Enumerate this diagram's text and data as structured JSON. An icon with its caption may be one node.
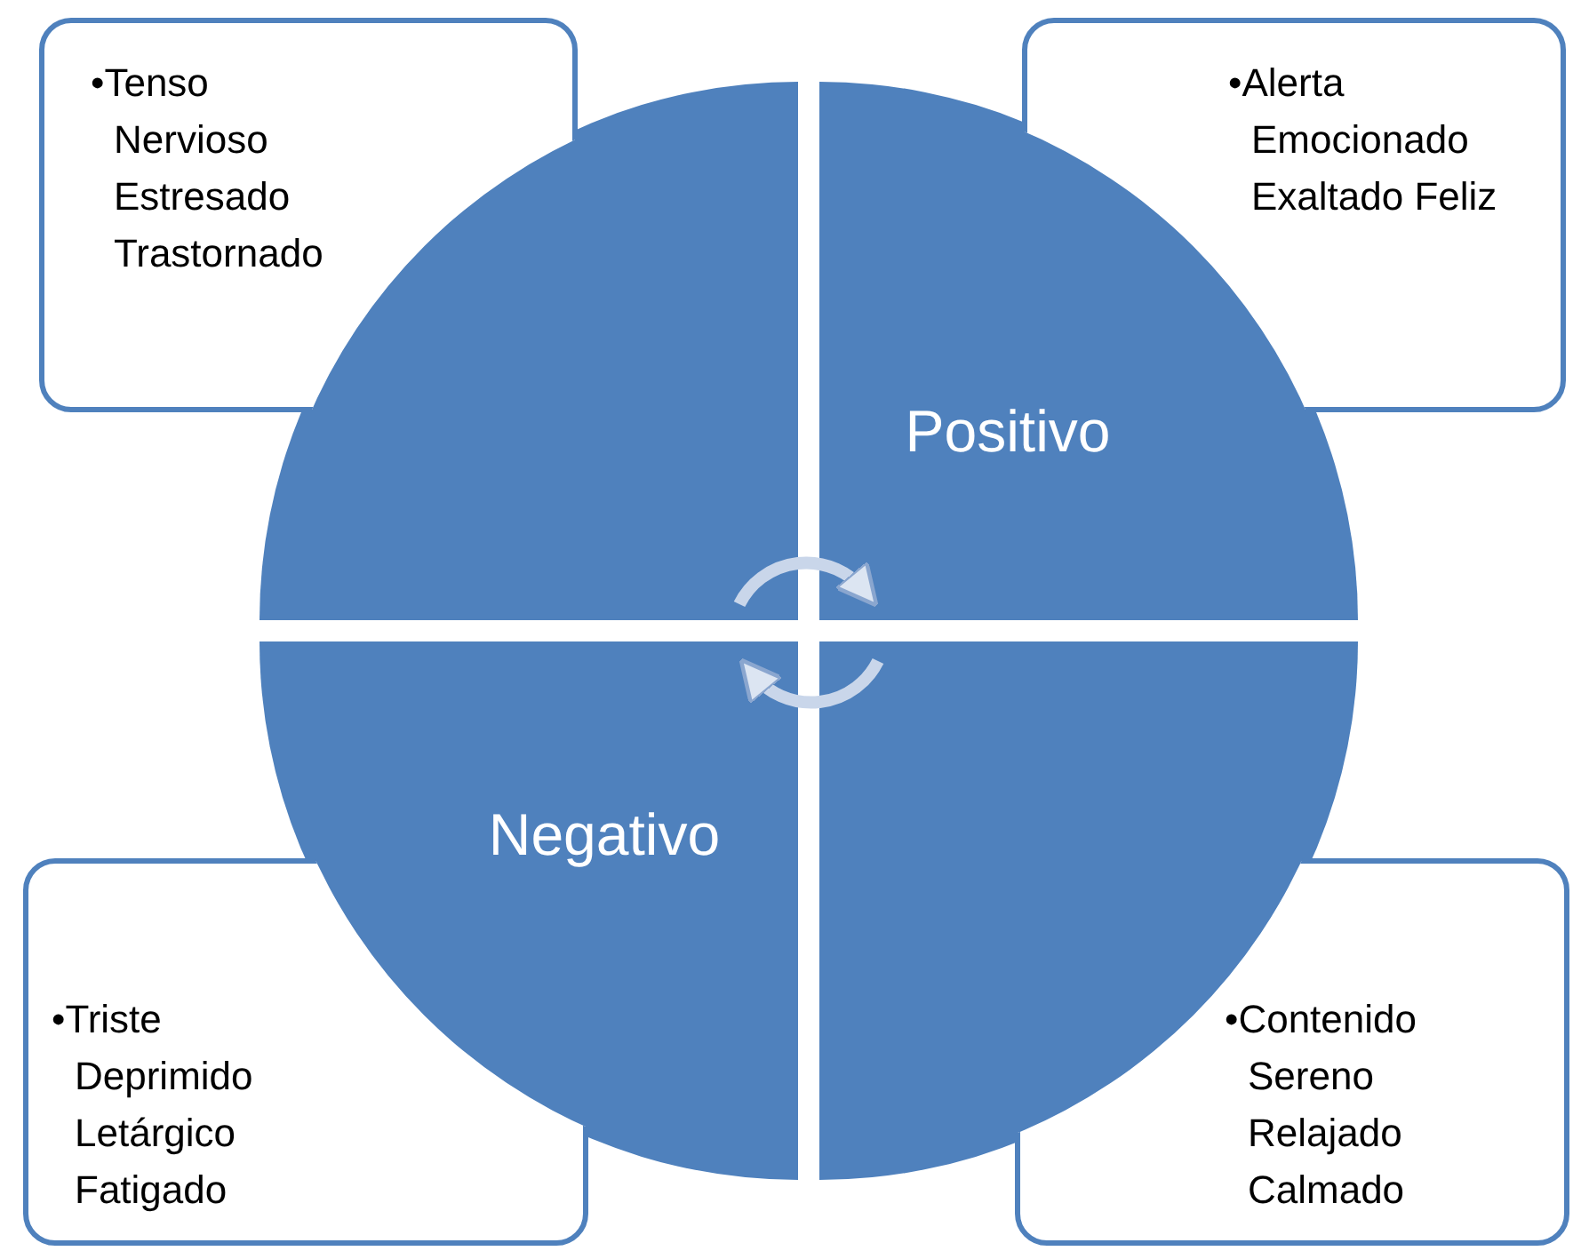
{
  "diagram": {
    "nodes": [
      {
        "text": [
          "•Tenso Nervioso Estresado Trastornado"
        ]
      },
      {
        "text": [
          "•Alerta Emocionado Exaltado Feliz"
        ]
      },
      {
        "text": [],
        "shape": "sector"
      },
      {
        "text": [
          "Positivo"
        ]
      },
      {
        "text": [
          "Negativo"
        ]
      },
      {
        "text": [],
        "shape": "sector"
      },
      {
        "text": [
          "•Triste Deprimido Letárgico Fatigado"
        ]
      },
      {
        "text": [
          "•Contenido Sereno Relajado Calmado"
        ]
      }
    ],
    "edges": [
      {
        "from": 2,
        "to": 3,
        "arrow": "to"
      },
      {
        "from": 5,
        "to": 4,
        "arrow": "to"
      }
    ]
  }
}
